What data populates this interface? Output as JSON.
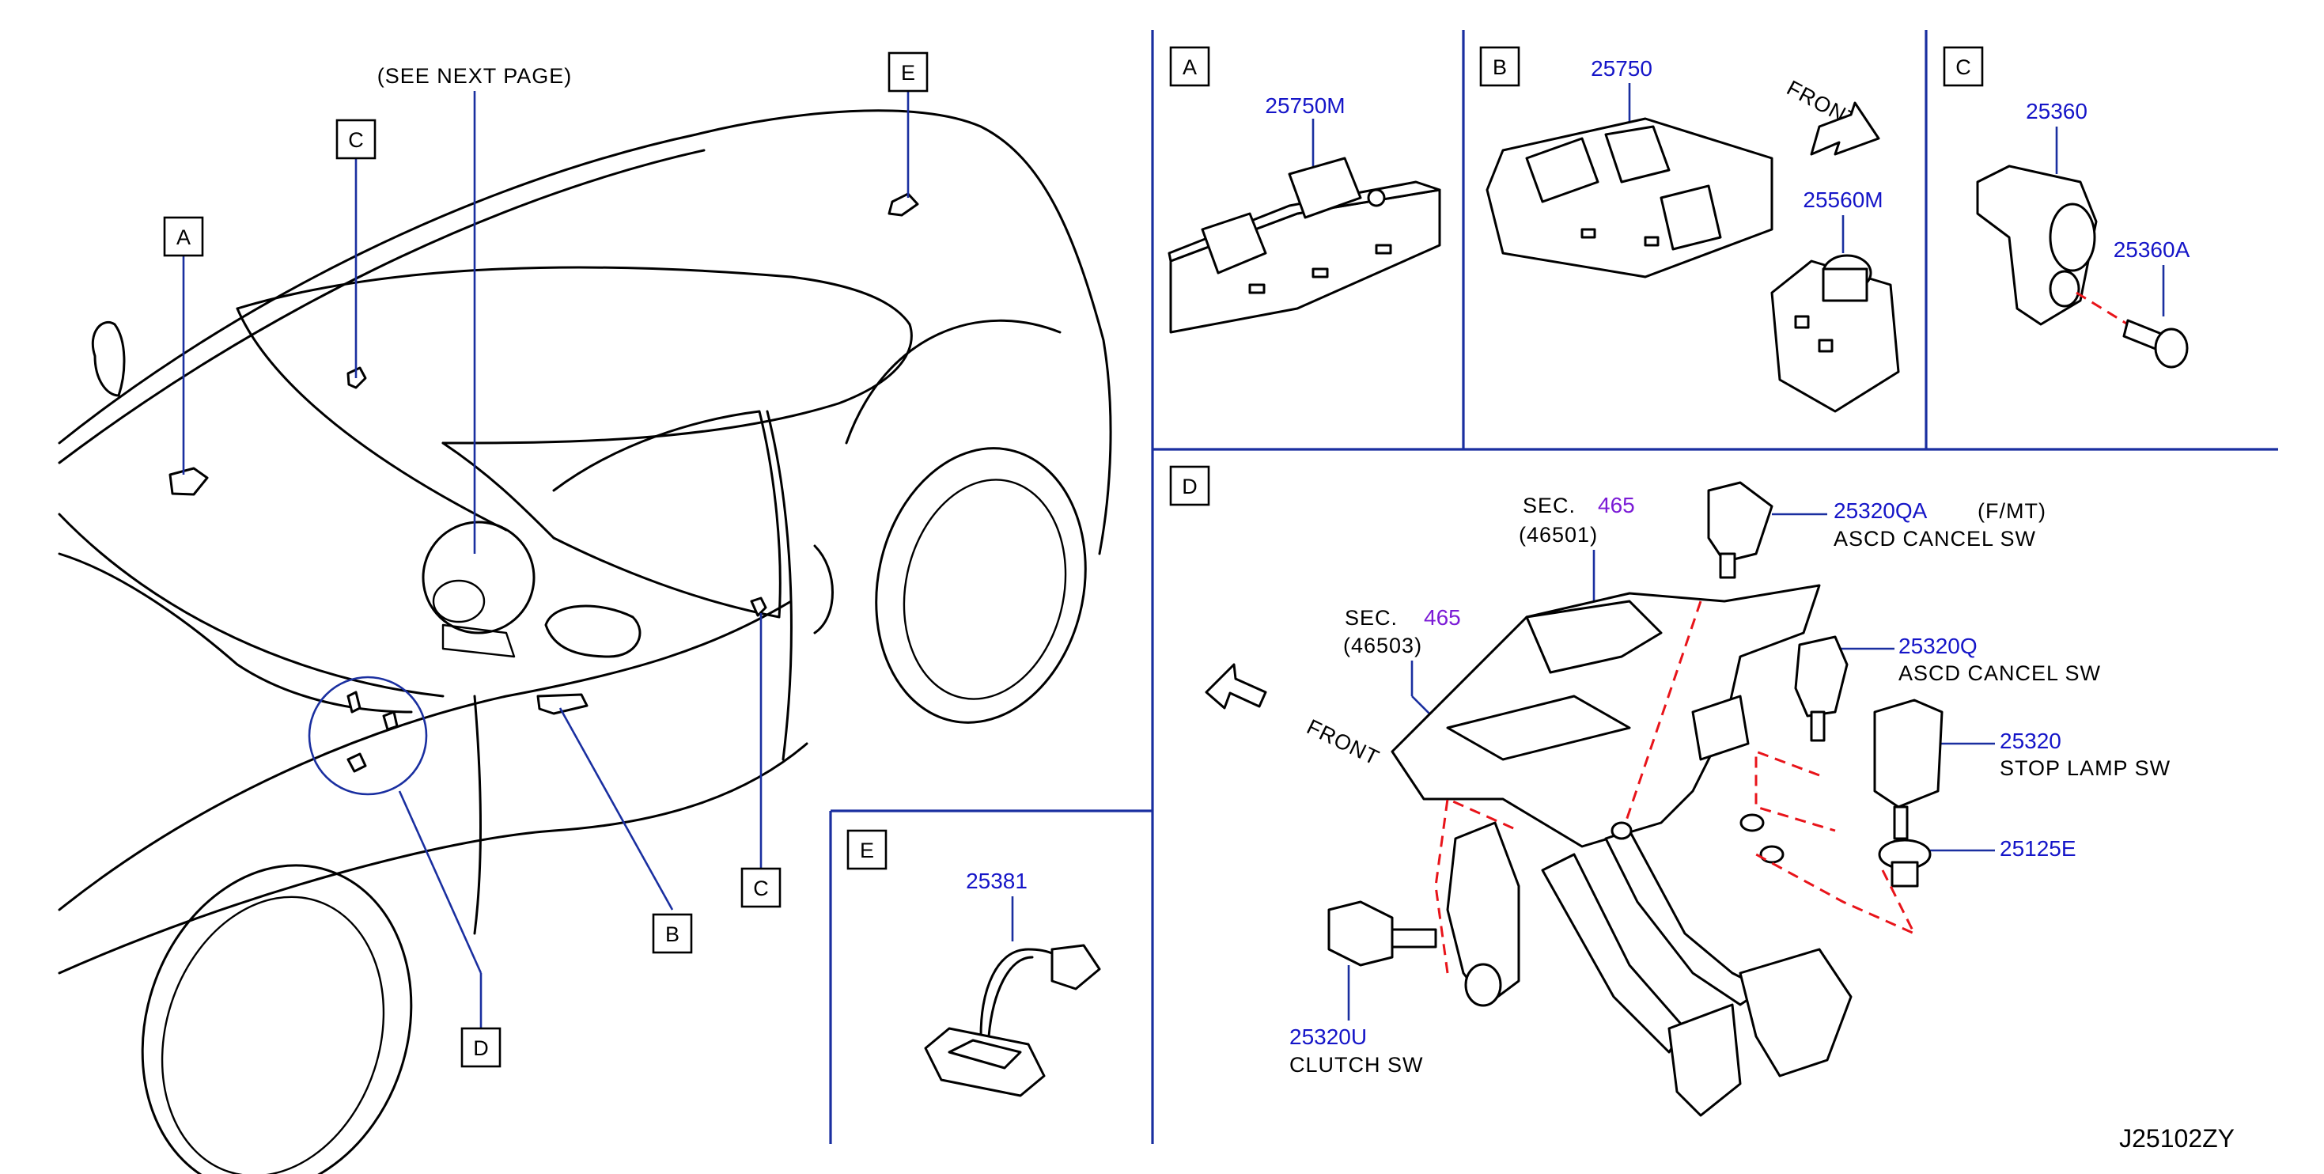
{
  "overview": {
    "see_next_page": "(SEE   NEXT   PAGE)",
    "callouts": {
      "a": "A",
      "b": "B",
      "c1": "C",
      "c2": "C",
      "d": "D",
      "e": "E"
    }
  },
  "panel_a": {
    "letter": "A",
    "part": "25750M"
  },
  "panel_b": {
    "letter": "B",
    "part_main": "25750",
    "part_sub": "25560M",
    "front": "FRONT"
  },
  "panel_c": {
    "letter": "C",
    "part_main": "25360",
    "part_sub": "25360A"
  },
  "panel_d": {
    "letter": "D",
    "sec1_prefix": "SEC.",
    "sec1_num": "465",
    "sec1_ref": "(46501)",
    "sec2_prefix": "SEC.",
    "sec2_num": "465",
    "sec2_ref": "(46503)",
    "front": "FRONT",
    "p1_num": "25320QA",
    "p1_note": "(F/MT)",
    "p1_desc": "ASCD   CANCEL   SW",
    "p2_num": "25320Q",
    "p2_desc": "ASCD   CANCEL   SW",
    "p3_num": "25320",
    "p3_desc": "STOP   LAMP   SW",
    "p4_num": "25125E",
    "p5_num": "25320U",
    "p5_desc": "CLUTCH   SW"
  },
  "panel_e": {
    "letter": "E",
    "part": "25381"
  },
  "diagram_code": "J25102ZY",
  "colors": {
    "part_number": "#1515c8",
    "section": "#7b1bd6",
    "frame": "#1a2fa0",
    "mating_dash": "#e8141a"
  }
}
